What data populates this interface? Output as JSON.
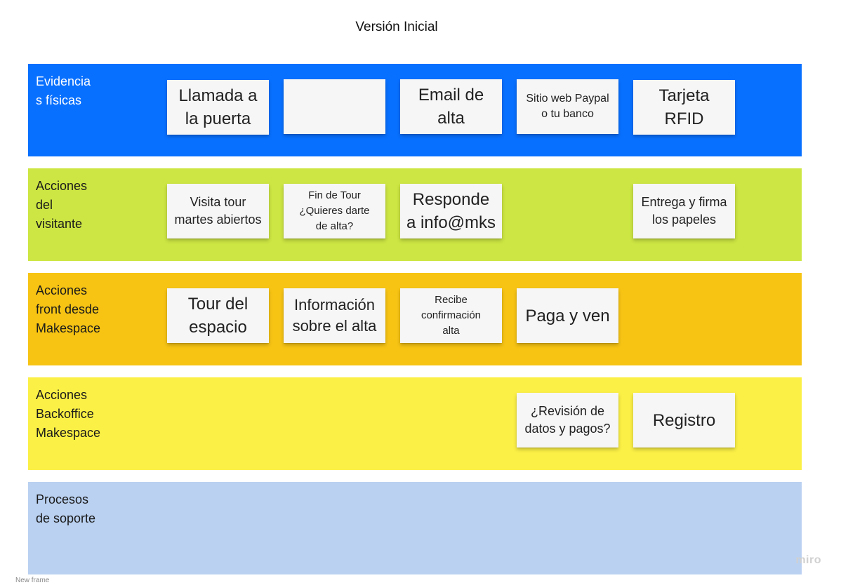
{
  "board": {
    "title": "Versión Inicial",
    "frame_label": "New frame",
    "watermark": "miro"
  },
  "colors": {
    "evidence": "#0870ff",
    "visitor": "#cde643",
    "front": "#f7c414",
    "backoffice": "#fbf046",
    "support": "#bad1f1",
    "sticky": "#f6f6f6"
  },
  "lanes": [
    {
      "label": "Evidencia\ns físicas"
    },
    {
      "label": "Acciones\ndel\nvisitante"
    },
    {
      "label": "Acciones\nfront desde\nMakespace"
    },
    {
      "label": "Acciones\nBackoffice\nMakespace"
    },
    {
      "label": "Procesos\nde soporte"
    }
  ],
  "stickies": {
    "evidence": [
      "Llamada a\nla puerta",
      "",
      "Email de\nalta",
      "Sitio web Paypal\no tu banco",
      "Tarjeta\nRFID"
    ],
    "visitor": [
      "Visita tour\nmartes abiertos",
      "Fin de Tour\n¿Quieres darte\nde alta?",
      "Responde\na info@mks",
      "Entrega y firma\nlos papeles"
    ],
    "front": [
      "Tour del\nespacio",
      "Información\nsobre el alta",
      "Recibe\nconfirmación\nalta",
      "Paga y ven"
    ],
    "backoffice": [
      "¿Revisión de\ndatos y pagos?",
      "Registro"
    ]
  }
}
